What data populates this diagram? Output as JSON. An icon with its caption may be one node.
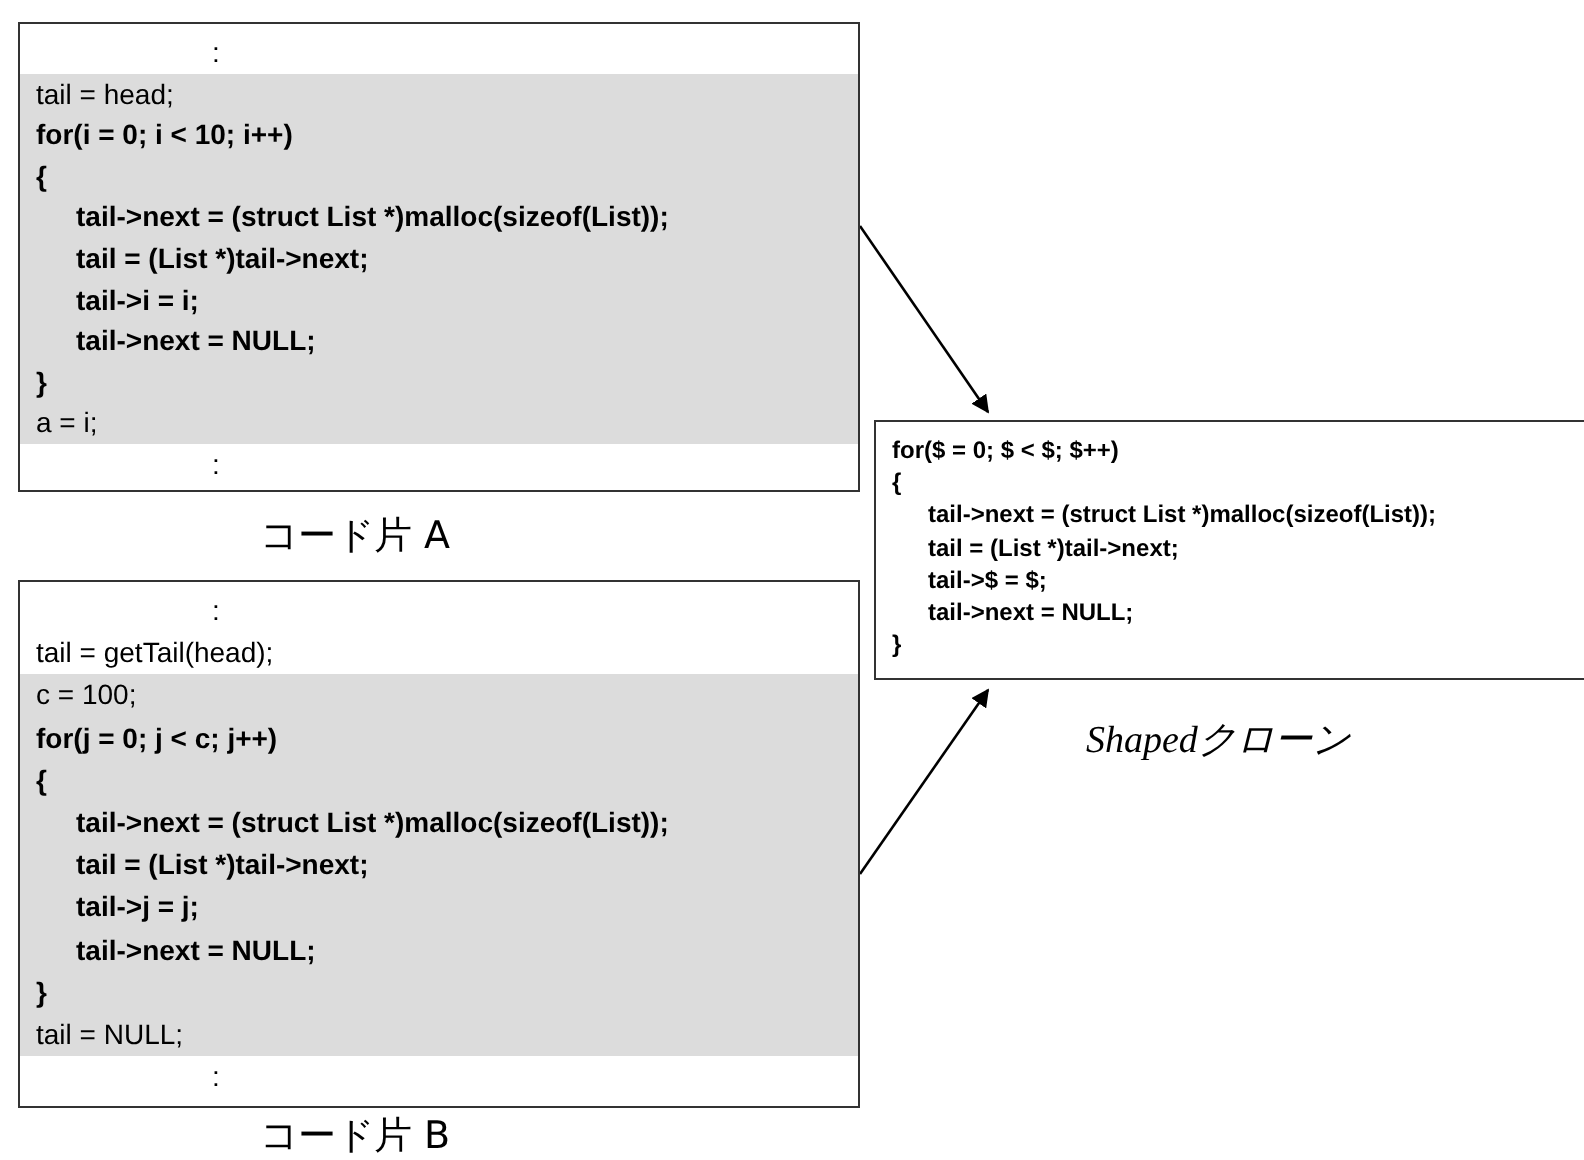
{
  "diagram": {
    "nodes": [
      {
        "text": [
          ":",
          "tail = head;",
          "for(i = 0; i < 10; i++)",
          "{",
          "tail->next = (struct List *)malloc(sizeof(List));",
          "tail = (List *)tail->next;",
          "tail->i = i;",
          "tail->next = NULL;",
          "}",
          "a = i;",
          ":"
        ],
        "beside": [
          "コード片 A"
        ]
      },
      {
        "text": [
          ":",
          "tail = getTail(head);",
          "c = 100;",
          "for(j = 0; j < c; j++)",
          "{",
          "tail->next = (struct List *)malloc(sizeof(List));",
          "tail = (List *)tail->next;",
          "tail->j = j;",
          "tail->next = NULL;",
          "}",
          "tail = NULL;",
          ":"
        ],
        "beside": [
          "コード片 B"
        ]
      },
      {
        "text": [
          "for($ = 0; $ < $; $++)",
          "{",
          "tail->next = (struct List *)malloc(sizeof(List));",
          "tail = (List *)tail->next;",
          "tail->$ = $;",
          "tail->next = NULL;",
          "}"
        ],
        "beside": [
          "Shapedクローン"
        ]
      }
    ],
    "edges": [
      {
        "from": 0,
        "to": 2,
        "arrow": "to"
      },
      {
        "from": 1,
        "to": 2,
        "arrow": "to"
      }
    ]
  }
}
